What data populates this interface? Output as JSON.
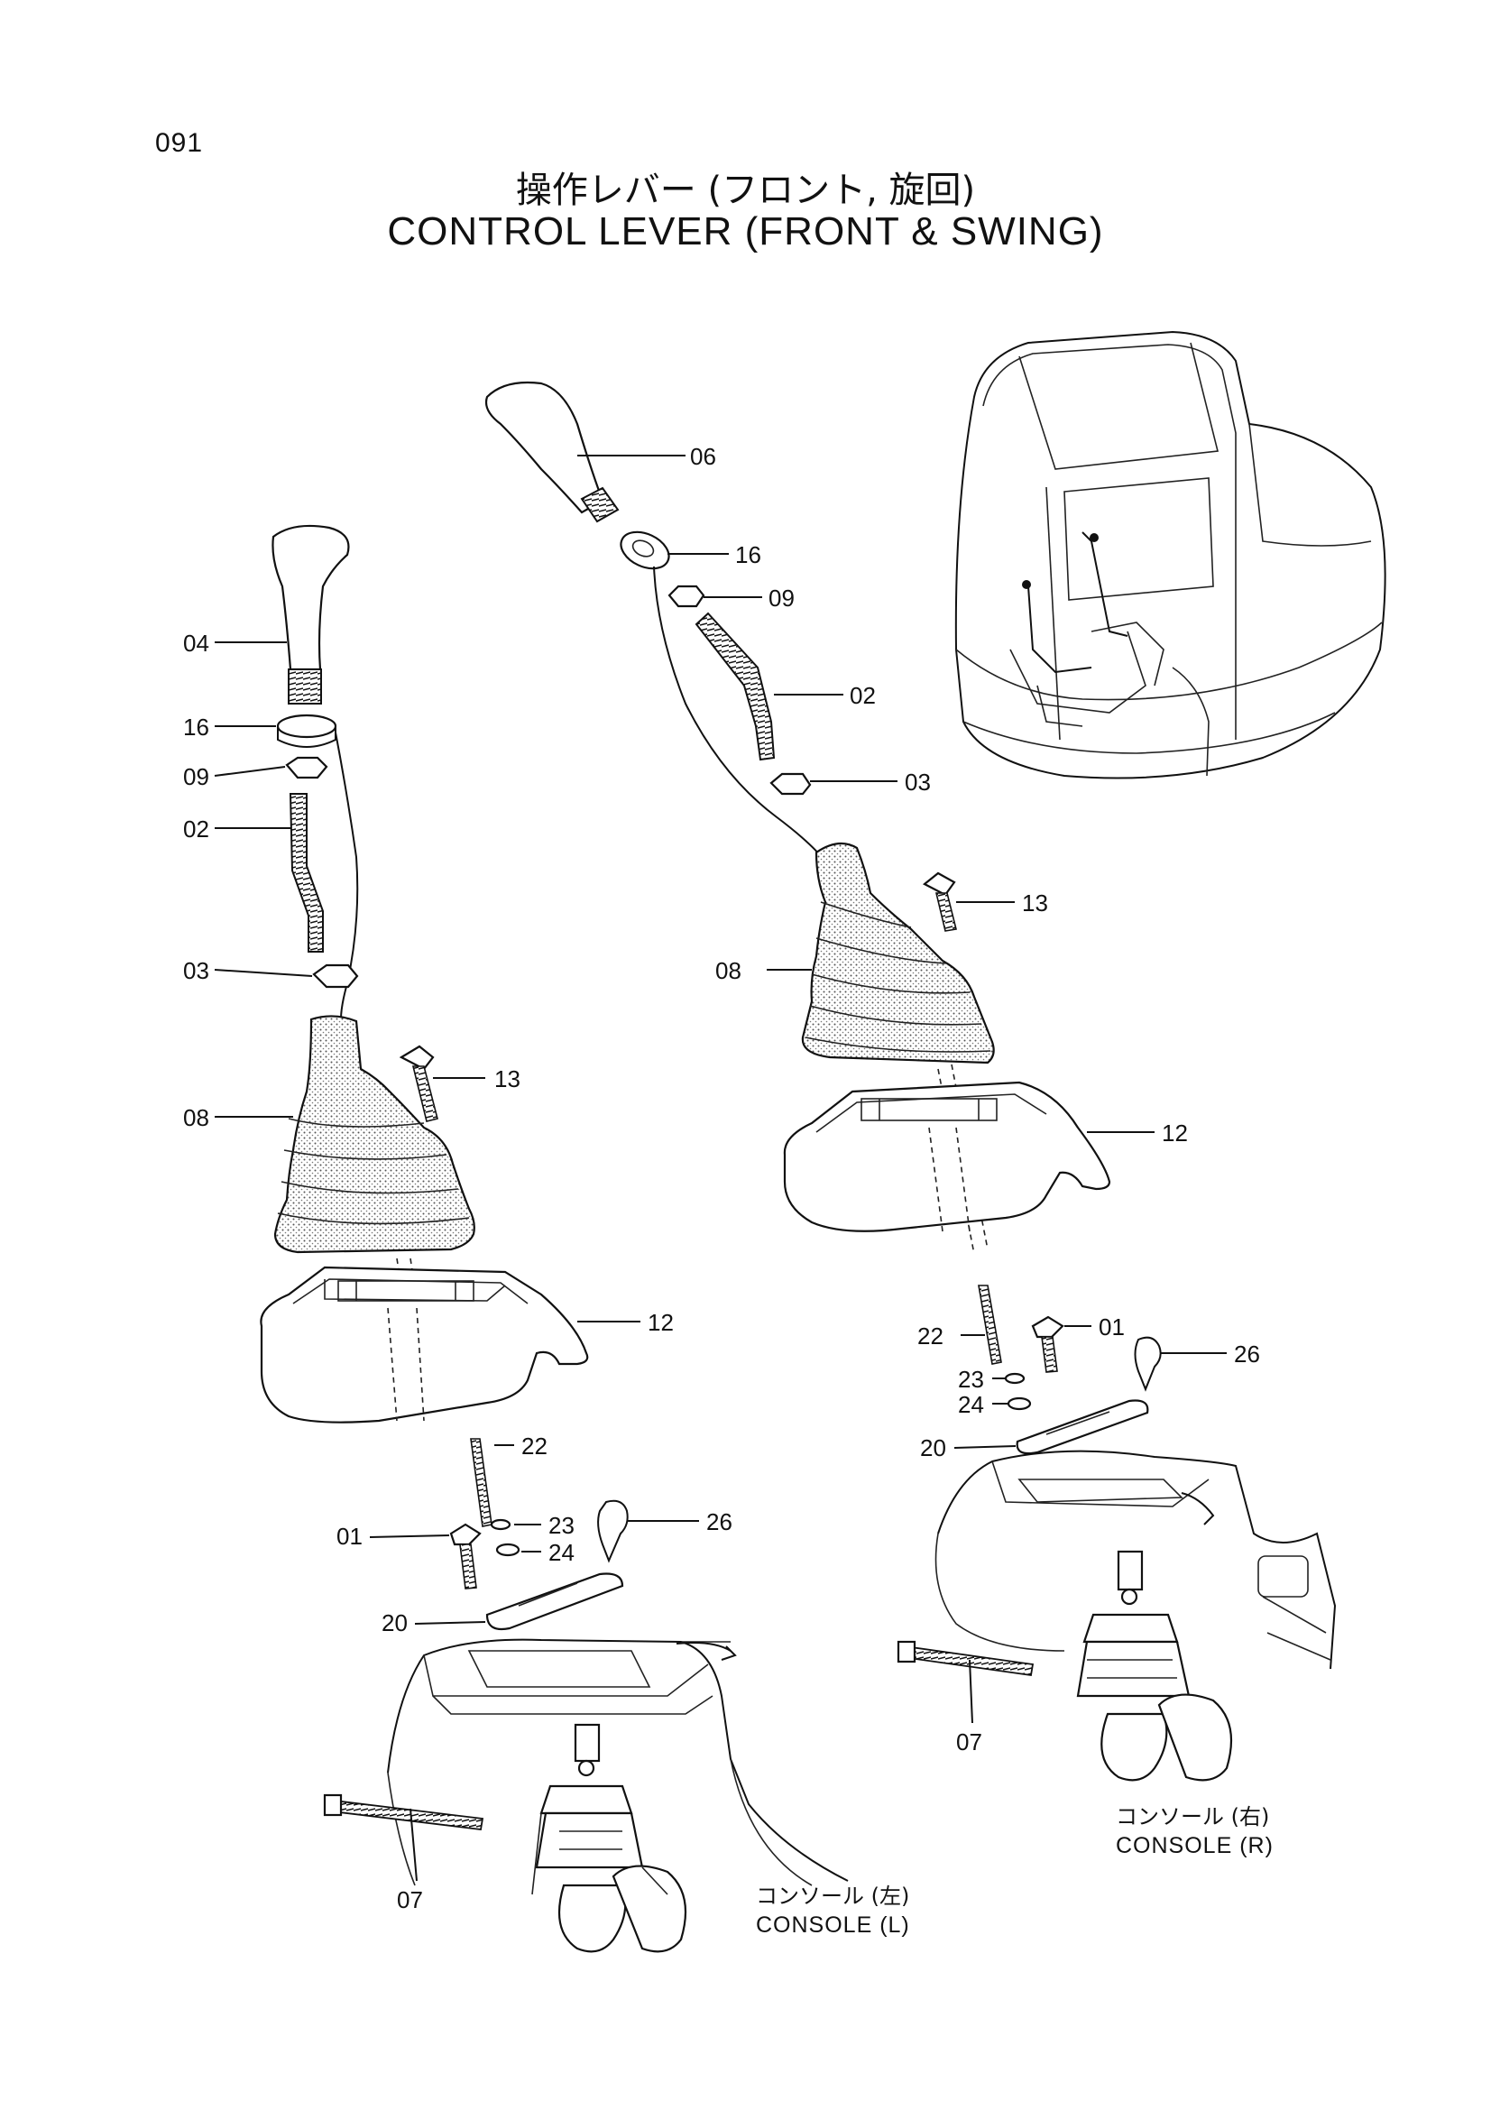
{
  "page_number": "091",
  "title_jp": "操作レバー (フロント, 旋回)",
  "title_en": "CONTROL LEVER (FRONT & SWING)",
  "left_assembly": {
    "labels": {
      "knob": "04",
      "ring": "16",
      "nut_upper": "09",
      "rod": "02",
      "nut_lower": "03",
      "boot": "08",
      "bolt_upper": "13",
      "cover": "12",
      "stud": "22",
      "washer_small": "23",
      "washer": "24",
      "bolt": "01",
      "clamp": "26",
      "plate": "20",
      "band": "07"
    },
    "caption_jp": "コンソール (左)",
    "caption_en": "CONSOLE (L)"
  },
  "right_assembly": {
    "labels": {
      "knob": "06",
      "ring": "16",
      "nut_upper": "09",
      "rod": "02",
      "nut_lower": "03",
      "bolt_upper": "13",
      "boot": "08",
      "cover": "12",
      "stud": "22",
      "bolt": "01",
      "clamp": "26",
      "washer_small": "23",
      "washer": "24",
      "plate": "20",
      "band": "07"
    },
    "caption_jp": "コンソール (右)",
    "caption_en": "CONSOLE (R)"
  }
}
